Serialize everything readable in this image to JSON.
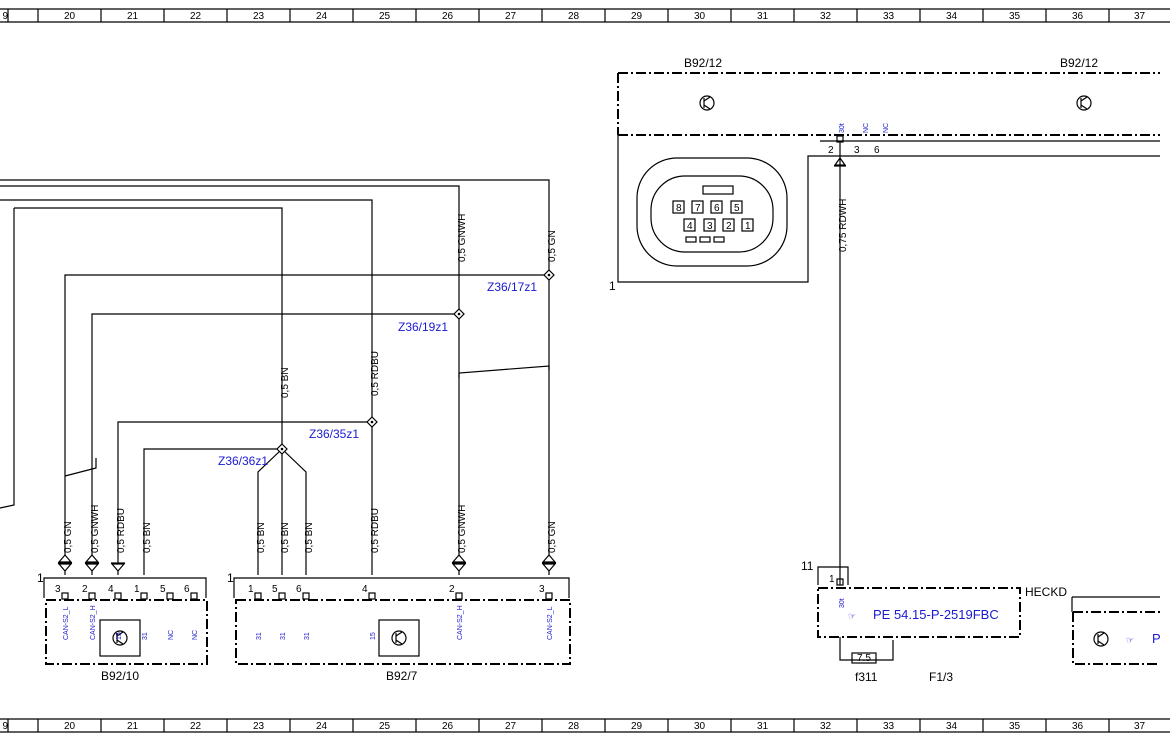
{
  "ruler": {
    "columns": [
      "9",
      "20",
      "21",
      "22",
      "23",
      "24",
      "25",
      "26",
      "27",
      "28",
      "29",
      "30",
      "31",
      "32",
      "33",
      "34",
      "35",
      "36",
      "37"
    ]
  },
  "components": {
    "b92_12_left": "B92/12",
    "b92_12_right": "B92/12",
    "b92_10": "B92/10",
    "b92_7": "B92/7",
    "f1_3": "F1/3",
    "f311": "f311",
    "heckd": "HECKD",
    "ref_link": "PE 54.15-P-2519FBC",
    "ref_link_cut": "P",
    "fuse_value": "7.5",
    "connector_numbers": [
      "8",
      "7",
      "6",
      "5",
      "4",
      "3",
      "2",
      "1"
    ]
  },
  "labels": {
    "pin1_b92_12": "1",
    "pin1_b92_10": "1",
    "pin1_b92_7": "1",
    "pin11": "11",
    "pin1_f13": "1"
  },
  "splices": {
    "z17": "Z36/17z1",
    "z19": "Z36/19z1",
    "z35": "Z36/35z1",
    "z36": "Z36/36z1"
  },
  "wires": {
    "gnwh": "0,5 GNWH",
    "gn": "0,5 GN",
    "bn": "0,5 BN",
    "rdbu": "0,5 RDBU",
    "rdwh": "0,75 RDWH"
  },
  "b92_12_pins": {
    "numbers": [
      "2",
      "3",
      "6"
    ],
    "signals": [
      "30t",
      "NC",
      "NC"
    ]
  },
  "b92_10_pins": {
    "numbers": [
      "3",
      "2",
      "4",
      "1",
      "5",
      "6"
    ],
    "signals": [
      "CAN-S2_L",
      "CAN-S2_H",
      "15",
      "31",
      "NC",
      "NC"
    ]
  },
  "b92_7_pins": {
    "numbers": [
      "1",
      "5",
      "6",
      "4",
      "2",
      "3"
    ],
    "signals": [
      "31",
      "31",
      "31",
      "15",
      "CAN-S2_H",
      "CAN-S2_L"
    ]
  },
  "f13_pin": {
    "signal": "30t"
  }
}
